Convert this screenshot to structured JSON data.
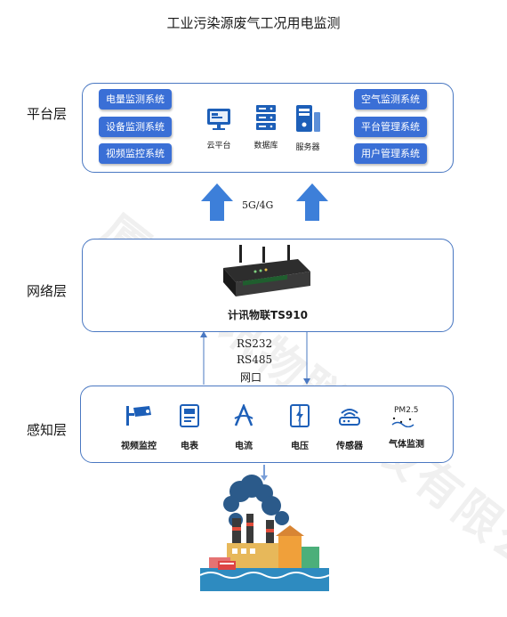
{
  "title": "工业污染源废气工况用电监测",
  "watermark": "厦门计讯物联科技有限公司",
  "layers": {
    "platform": "平台层",
    "network": "网络层",
    "perception": "感知层"
  },
  "platform": {
    "left_systems": [
      "电量监测系统",
      "设备监测系统",
      "视频监控系统"
    ],
    "right_systems": [
      "空气监测系统",
      "平台管理系统",
      "用户管理系统"
    ],
    "center_icons": [
      {
        "icon": "monitor-icon",
        "label": "云平台"
      },
      {
        "icon": "database-icon",
        "label": "数据库"
      },
      {
        "icon": "server-icon",
        "label": "服务器"
      }
    ]
  },
  "network_label": "5G/4G",
  "device_name": "计讯物联TS910",
  "interfaces": [
    "RS232",
    "RS485",
    "网口"
  ],
  "sensors": [
    {
      "icon": "camera-icon",
      "label": "视频监控"
    },
    {
      "icon": "meter-icon",
      "label": "电表"
    },
    {
      "icon": "current-icon",
      "label": "电流"
    },
    {
      "icon": "voltage-icon",
      "label": "电压"
    },
    {
      "icon": "sensor-icon",
      "label": "传感器"
    },
    {
      "icon": "pm25-icon",
      "label": "气体监测",
      "badge": "PM2.5"
    }
  ],
  "colors": {
    "accent": "#3a6fd6",
    "border": "#4a78c2",
    "arrow": "#3d7fd9"
  }
}
